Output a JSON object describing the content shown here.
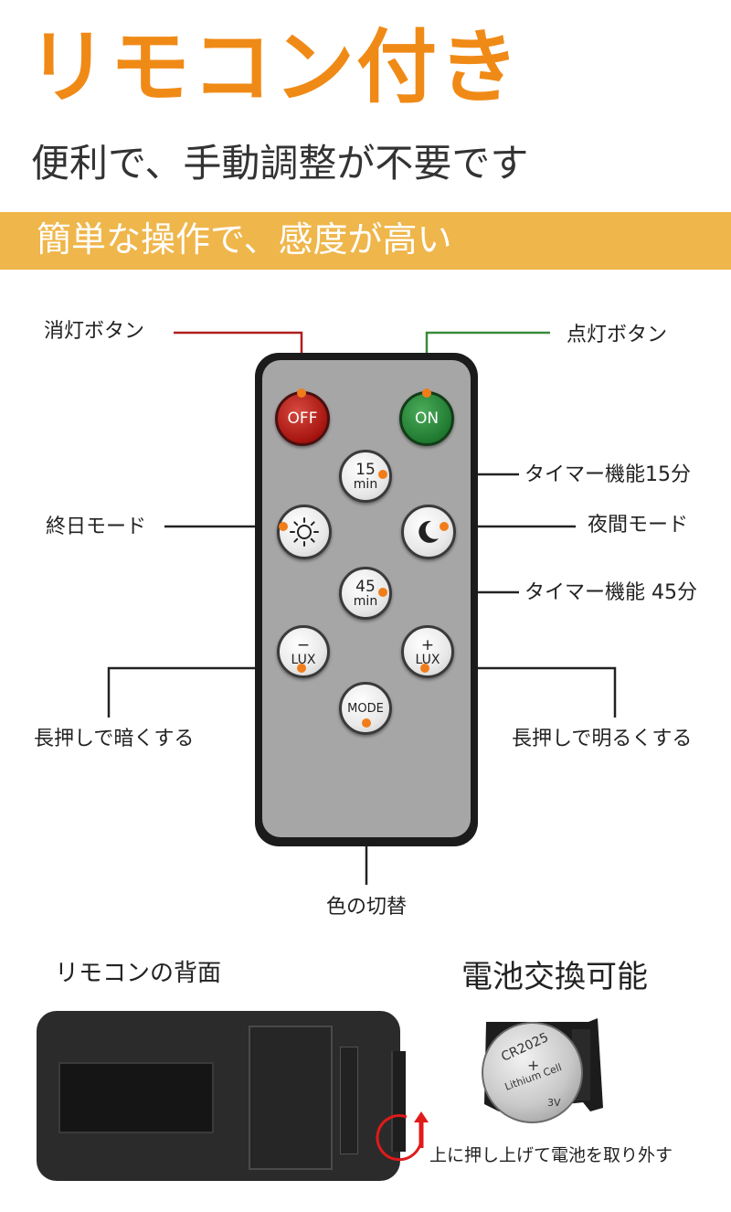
{
  "header": {
    "title": "リモコン付き",
    "subtitle": "便利で、手動調整が不要です",
    "banner": "簡単な操作で、感度が高い"
  },
  "colors": {
    "accent": "#f08a16",
    "banner": "#efb64b",
    "off_line": "#b01e1e",
    "on_line": "#3a8a3a",
    "dot": "#f07d1a"
  },
  "remote": {
    "buttons": {
      "off": "OFF",
      "on": "ON",
      "timer15_top": "15",
      "timer15_bottom": "min",
      "timer45_top": "45",
      "timer45_bottom": "min",
      "lux_minus_top": "−",
      "lux_minus_bottom": "LUX",
      "lux_plus_top": "+",
      "lux_plus_bottom": "LUX",
      "mode": "MODE"
    },
    "labels": {
      "off": "消灯ボタン",
      "on": "点灯ボタン",
      "timer15": "タイマー機能15分",
      "allday": "終日モード",
      "night": "夜間モード",
      "timer45": "タイマー機能 45分",
      "darker": "長押しで暗くする",
      "brighter": "長押しで明るくする",
      "color": "色の切替"
    },
    "icons": {
      "sun": "sun-icon",
      "moon": "moon-icon"
    }
  },
  "back": {
    "title": "リモコンの背面",
    "battery_title": "電池交換可能",
    "battery_text_1": "CR2025",
    "battery_text_2": "+",
    "battery_text_3": "Lithium Cell",
    "battery_text_4": "3V",
    "remove_text": "上に押し上げて電池を取り外す"
  }
}
